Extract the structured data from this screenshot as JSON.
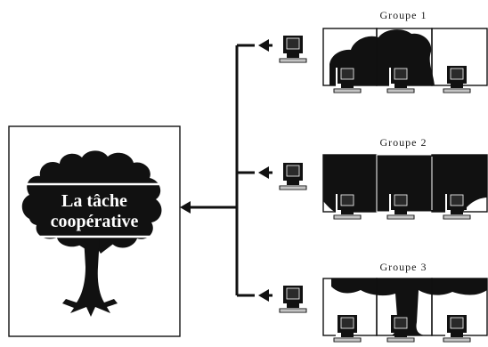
{
  "task": {
    "line_1": "La tâche",
    "line_2": "coopérative"
  },
  "groups": [
    {
      "label": "Groupe 1"
    },
    {
      "label": "Groupe 2"
    },
    {
      "label": "Groupe 3"
    }
  ],
  "colors": {
    "ink": "#111111",
    "paper": "#ffffff"
  },
  "icons": [
    "tree-icon",
    "computer-icon",
    "arrow-left-icon",
    "puzzle-panel"
  ]
}
